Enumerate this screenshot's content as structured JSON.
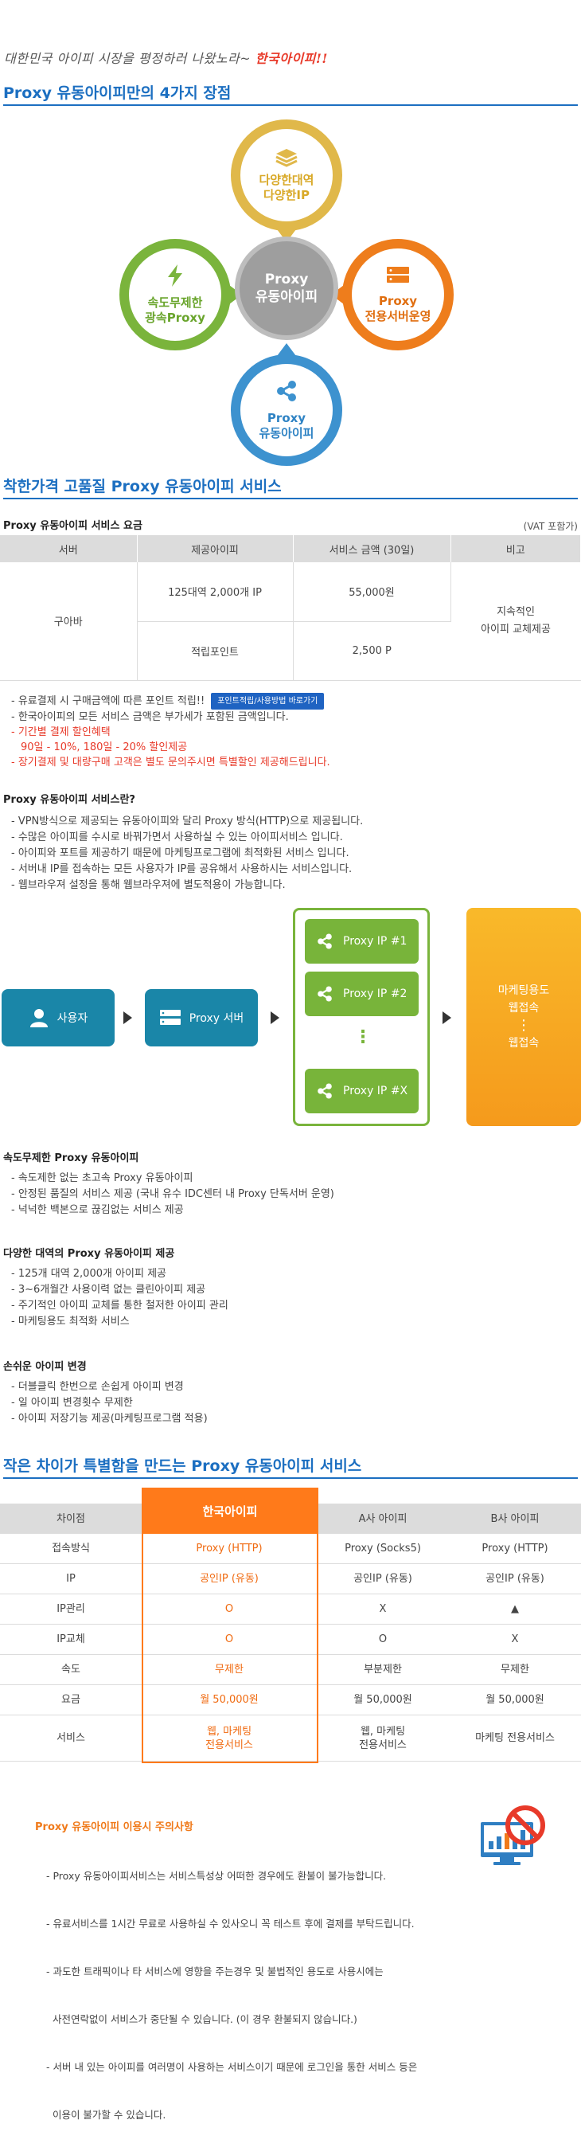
{
  "header": {
    "script_text": "대한민국 아이피 시장을 평정하러 나왔노라~ ",
    "script_accent": "한국아이피!!"
  },
  "section1": {
    "title": "Proxy 유동아이피만의 4가지 장점"
  },
  "diagram": {
    "center": [
      "Proxy",
      "유동아이피"
    ],
    "top": [
      "다양한대역",
      "다양한IP"
    ],
    "left": [
      "속도무제한",
      "광속Proxy"
    ],
    "right": [
      "Proxy",
      "전용서버운영"
    ],
    "bottom": [
      "Proxy",
      "유동아이피"
    ],
    "colors": {
      "top": "#e0b84a",
      "left": "#7ab43c",
      "right": "#ee7d1c",
      "bottom": "#3d92cf",
      "center": "#9e9e9e"
    }
  },
  "section2": {
    "title": "착한가격 고품질 Proxy 유동아이피 서비스"
  },
  "price": {
    "title": "Proxy 유동아이피 서비스 요금",
    "vat": "(VAT 포함가)",
    "headers": [
      "서버",
      "제공아이피",
      "서비스 금액 (30일)",
      "비고"
    ],
    "server": "구아바",
    "rows": [
      {
        "ip": "125대역 2,000개 IP",
        "amount": "55,000원"
      },
      {
        "ip": "적립포인트",
        "amount": "2,500 P"
      }
    ],
    "note": [
      "지속적인",
      "아이피 교체제공"
    ]
  },
  "notes": {
    "n1": "- 유료결제 시 구매금액에 따른 포인트 적립!!",
    "btn": "포인트적립/사용방법 바로가기",
    "n2": "- 한국아이피의 모든 서비스 금액은 부가세가 포함된 금액입니다.",
    "n3": "- 기간별 결제 할인혜택",
    "n4": "90일 - 10%, 180일 - 20% 할인제공",
    "n5": "- 장기결제 및 대량구매 고객은 별도 문의주시면 특별할인 제공해드립니다."
  },
  "about": {
    "title": "Proxy 유동아이피 서비스란?",
    "lines": [
      "- VPN방식으로 제공되는 유동아이피와 달리 Proxy 방식(HTTP)으로 제공됩니다.",
      "- 수많은 아이피를 수시로 바꿔가면서 사용하실 수 있는 아이피서비스 입니다.",
      "- 아이피와 포트를 제공하기 때문에 마케팅프로그램에 최적화된 서비스 입니다.",
      "- 서버내 IP를 접속하는 모든 사용자가 IP를 공유해서 사용하시는 서비스입니다.",
      "- 웹브라우져 설정을 통해 웹브라우져에 별도적용이 가능합니다."
    ]
  },
  "flow": {
    "user": "사용자",
    "server": "Proxy 서버",
    "ips": [
      "Proxy IP #1",
      "Proxy IP #2",
      "Proxy IP #X"
    ],
    "dots": "⋮",
    "target1": "마케팅용도",
    "target2": "웹접속",
    "target3": "웹접속"
  },
  "features": [
    {
      "title": "속도무제한 Proxy 유동아이피",
      "lines": [
        "- 속도제한 없는 초고속 Proxy 유동아이피",
        "- 안정된 품질의 서비스 제공 (국내 유수 IDC센터 내 Proxy 단독서버 운영)",
        "- 넉넉한 백본으로 끊김없는 서비스 제공"
      ]
    },
    {
      "title": "다양한 대역의 Proxy 유동아이피 제공",
      "lines": [
        "- 125개 대역 2,000개 아이피 제공",
        "- 3~6개월간 사용이력 없는 클린아이피 제공",
        "- 주기적인 아이피 교체를 통한 철저한 아이피 관리",
        "- 마케팅용도 최적화 서비스"
      ]
    },
    {
      "title": "손쉬운 아이피 변경",
      "lines": [
        "- 더블클릭 한번으로 손쉽게 아이피 변경",
        "- 일 아이피 변경횟수 무제한",
        "- 아이피 저장기능 제공(마케팅프로그램 적용)"
      ]
    }
  ],
  "section3": {
    "title": "작은 차이가 특별함을 만드는 Proxy 유동아이피 서비스"
  },
  "compare": {
    "headers": [
      "차이점",
      "한국아이피",
      "A사 아이피",
      "B사 아이피"
    ],
    "rows": [
      [
        "접속방식",
        "Proxy (HTTP)",
        "Proxy (Socks5)",
        "Proxy (HTTP)"
      ],
      [
        "IP",
        "공인IP (유동)",
        "공인IP (유동)",
        "공인IP (유동)"
      ],
      [
        "IP관리",
        "O",
        "X",
        "▲"
      ],
      [
        "IP교체",
        "O",
        "O",
        "X"
      ],
      [
        "속도",
        "무제한",
        "부분제한",
        "무제한"
      ],
      [
        "요금",
        "월 50,000원",
        "월 50,000원",
        "월 50,000원"
      ],
      [
        "서비스",
        "웹, 마케팅\n전용서비스",
        "웹, 마케팅\n전용서비스",
        "마케팅 전용서비스"
      ]
    ]
  },
  "caution": {
    "title": "Proxy 유동아이피 이용시 주의사항",
    "lines": [
      "- Proxy 유동아이피서비스는 서비스특성상 어떠한 경우에도 환불이 불가능합니다.",
      "- 유료서비스를 1시간 무료로 사용하실 수 있사오니 꼭 테스트 후에 결제를 부탁드립니다.",
      "- 과도한 트래픽이나 타 서비스에 영향을 주는경우 및 불법적인 용도로 사용시에는",
      "  사전연락없이 서비스가 중단될 수 있습니다. (이 경우 환불되지 않습니다.)",
      "- 서버 내 있는 아이피를 여러명이 사용하는 서비스이기 때문에 로그인을 통한 서비스 등은",
      "  이용이 불가할 수 있습니다."
    ]
  }
}
